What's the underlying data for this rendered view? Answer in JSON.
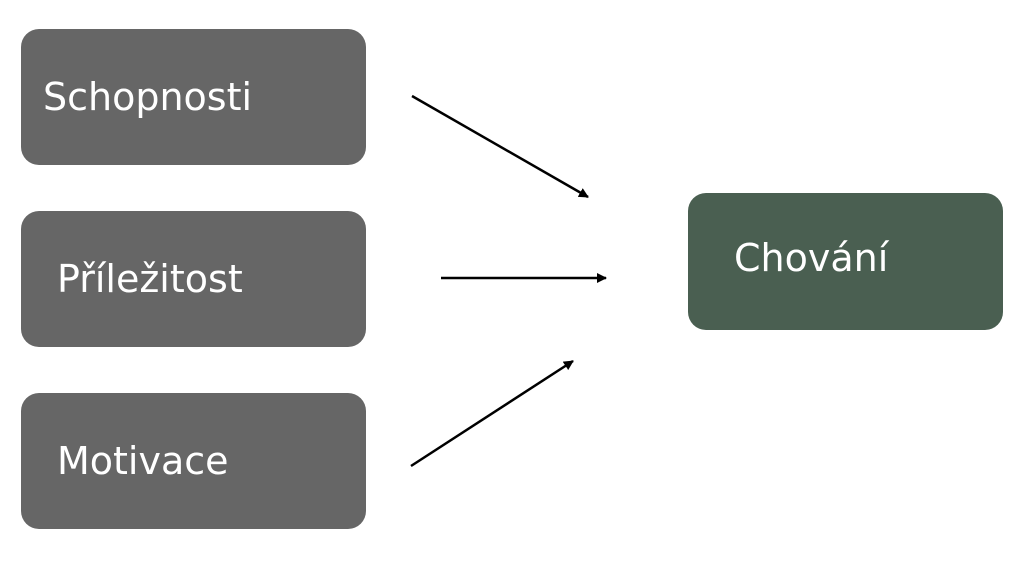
{
  "diagram": {
    "inputs": [
      {
        "label": "Schopnosti"
      },
      {
        "label": "Příležitost"
      },
      {
        "label": "Motivace"
      }
    ],
    "output": {
      "label": "Chování"
    },
    "colors": {
      "input_fill": "#666666",
      "output_fill": "#4a5f51",
      "text": "#ffffff",
      "arrow": "#000000",
      "background": "#ffffff"
    }
  }
}
